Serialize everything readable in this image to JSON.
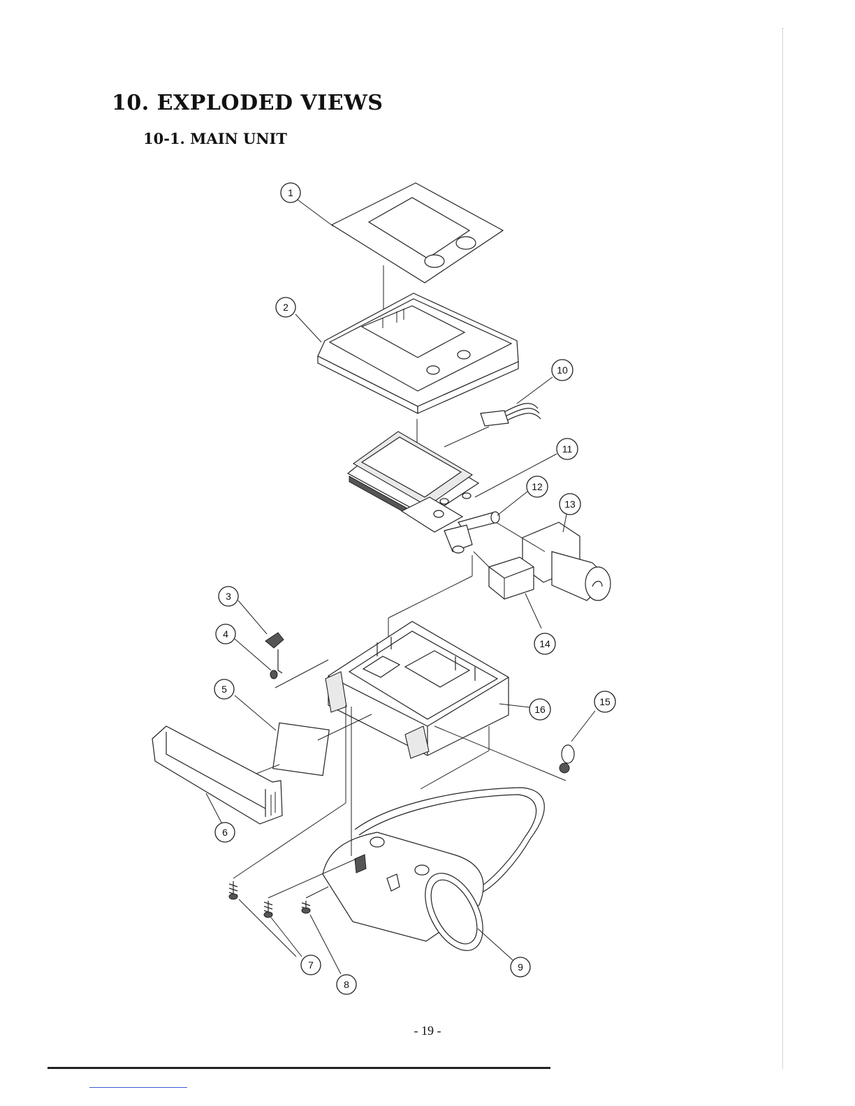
{
  "heading": "10. EXPLODED VIEWS",
  "subheading": "10-1. MAIN UNIT",
  "page_number": "- 19 -",
  "callouts": [
    "1",
    "2",
    "3",
    "4",
    "5",
    "6",
    "7",
    "8",
    "9",
    "10",
    "11",
    "12",
    "13",
    "14",
    "15",
    "16"
  ]
}
